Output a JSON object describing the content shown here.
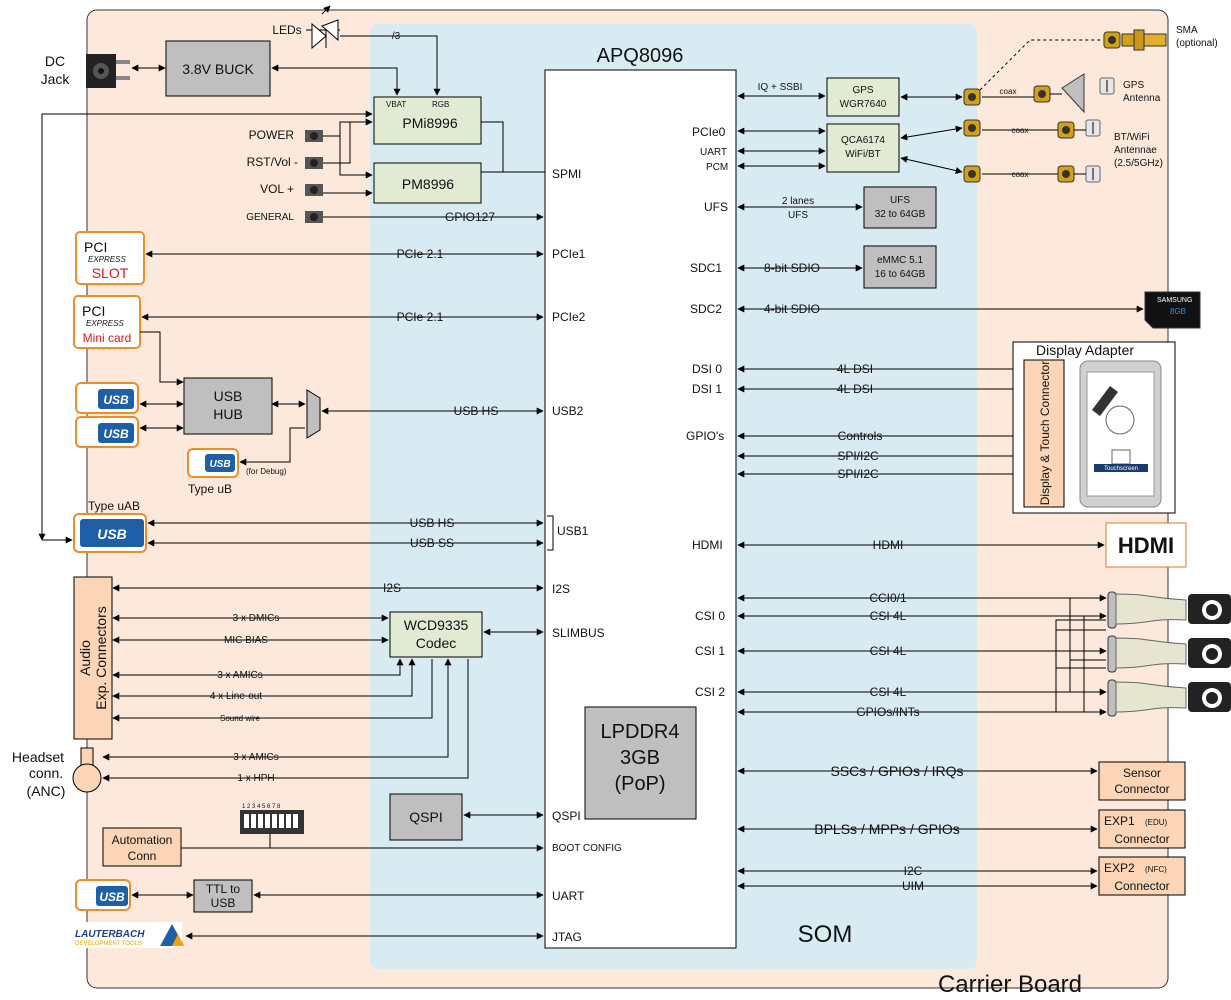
{
  "board": {
    "carrier_label": "Carrier Board",
    "som_label": "SOM",
    "soc_label": "APQ8096"
  },
  "top": {
    "dc_jack": [
      "DC",
      "Jack"
    ],
    "buck": "3.8V BUCK",
    "leds": "LEDs",
    "led_bus": "/3",
    "pmi": "PMi8996",
    "pmi_vbat": "VBAT",
    "pmi_rgb": "RGB",
    "pm": "PM8996",
    "spmi": "SPMI",
    "buttons": [
      "POWER",
      "RST/Vol -",
      "VOL +",
      "GENERAL"
    ],
    "gpio127": "GPIO127"
  },
  "left": {
    "pcie_slot_top": "PCI",
    "pcie_slot_mid": "EXPRESS",
    "pcie_slot_bottom": "SLOT",
    "pcie_mini_top": "PCI",
    "pcie_mini_mid": "EXPRESS",
    "pcie_mini_bottom": "Mini card",
    "pcie1_bus": "PCIe 2.1",
    "pcie2_bus": "PCIe 2.1",
    "pcie1_port": "PCIe1",
    "pcie2_port": "PCIe2",
    "usb_hub": [
      "USB",
      "HUB"
    ],
    "usb_logo": "USB",
    "usb_hs_bus": "USB HS",
    "usb2_port": "USB2",
    "for_debug": "(for Debug)",
    "type_ub": "Type uB",
    "type_uab": "Type uAB",
    "usb1_hs": "USB HS",
    "usb1_ss": "USB SS",
    "usb1_port": "USB1",
    "audio_conn": [
      "Audio",
      "Exp. Connectors"
    ],
    "i2s_bus": "I2S",
    "i2s_port": "I2S",
    "codec": [
      "WCD9335",
      "Codec"
    ],
    "slimbus": "SLIMBUS",
    "dmics": "3 x DMICs",
    "mic_bias": "MIC BIAS",
    "amics_a": "3 x AMICs",
    "line_out": "4 x Line-out",
    "sound_wire": "Sound wire",
    "amics_b": "3 x AMICs",
    "hph": "1 x HPH",
    "headset": [
      "Headset",
      "conn.",
      "(ANC)"
    ],
    "qspi_box": "QSPI",
    "qspi_port": "QSPI",
    "dip_numbers": "1 2 3 4 5 6 7 8",
    "automation": [
      "Automation",
      "Conn"
    ],
    "boot_config": "BOOT CONFIG",
    "ttl_usb": [
      "TTL to",
      "USB"
    ],
    "uart_port": "UART",
    "lauterbach": "LAUTERBACH",
    "lauterbach_sub": "DEVELOPMENT TOOLS",
    "jtag_port": "JTAG",
    "lpddr": [
      "LPDDR4",
      "3GB",
      "(PoP)"
    ]
  },
  "right": {
    "iq_ssbi": "IQ + SSBI",
    "gps_box": [
      "GPS",
      "WGR7640"
    ],
    "coax": "coax",
    "gps_antenna": [
      "GPS",
      "Antenna"
    ],
    "sma": [
      "SMA",
      "(optional)"
    ],
    "pcie0": "PCIe0",
    "uart": "UART",
    "pcm": "PCM",
    "wifi_box": [
      "QCA6174",
      "WiFi/BT"
    ],
    "bt_antenna": [
      "BT/WiFi",
      "Antennae",
      "(2.5/5GHz)"
    ],
    "ufs_port": "UFS",
    "ufs_bus": [
      "2 lanes",
      "UFS"
    ],
    "ufs_box": [
      "UFS",
      "32 to 64GB"
    ],
    "sdc1": "SDC1",
    "sdc1_bus": "8-bit SDIO",
    "emmc_box": [
      "eMMC 5.1",
      "16 to 64GB"
    ],
    "sdc2": "SDC2",
    "sdc2_bus": "4-bit SDIO",
    "sd_brand": "SAMSUNG",
    "sd_size": "8GB",
    "dsi0": "DSI 0",
    "dsi1": "DSI 1",
    "dsi_bus": "4L DSI",
    "gpios": "GPIO's",
    "controls": "Controls",
    "spi_i2c": "SPI/I2C",
    "display_adapter": "Display Adapter",
    "disp_conn": "Display & Touch Connector",
    "touchscreen": "Touchscreen",
    "hdmi_port": "HDMI",
    "hdmi_bus": "HDMI",
    "hdmi_logo": "HDMI",
    "cci": "CCI0/1",
    "csi0": "CSI 0",
    "csi1": "CSI 1",
    "csi2": "CSI 2",
    "csi_bus": "CSI 4L",
    "gpios_ints": "GPIOs/INTs",
    "ssc_bus": "SSCs / GPIOs / IRQs",
    "sensor_box": [
      "Sensor",
      "Connector"
    ],
    "bpls_bus": "BPLSs / MPPs / GPIOs",
    "exp1_box": [
      "EXP1",
      "(EDU)",
      "Connector"
    ],
    "i2c_bus": "I2C",
    "uim_bus": "UIM",
    "exp2_box": [
      "EXP2",
      "(NFC)",
      "Connector"
    ]
  }
}
